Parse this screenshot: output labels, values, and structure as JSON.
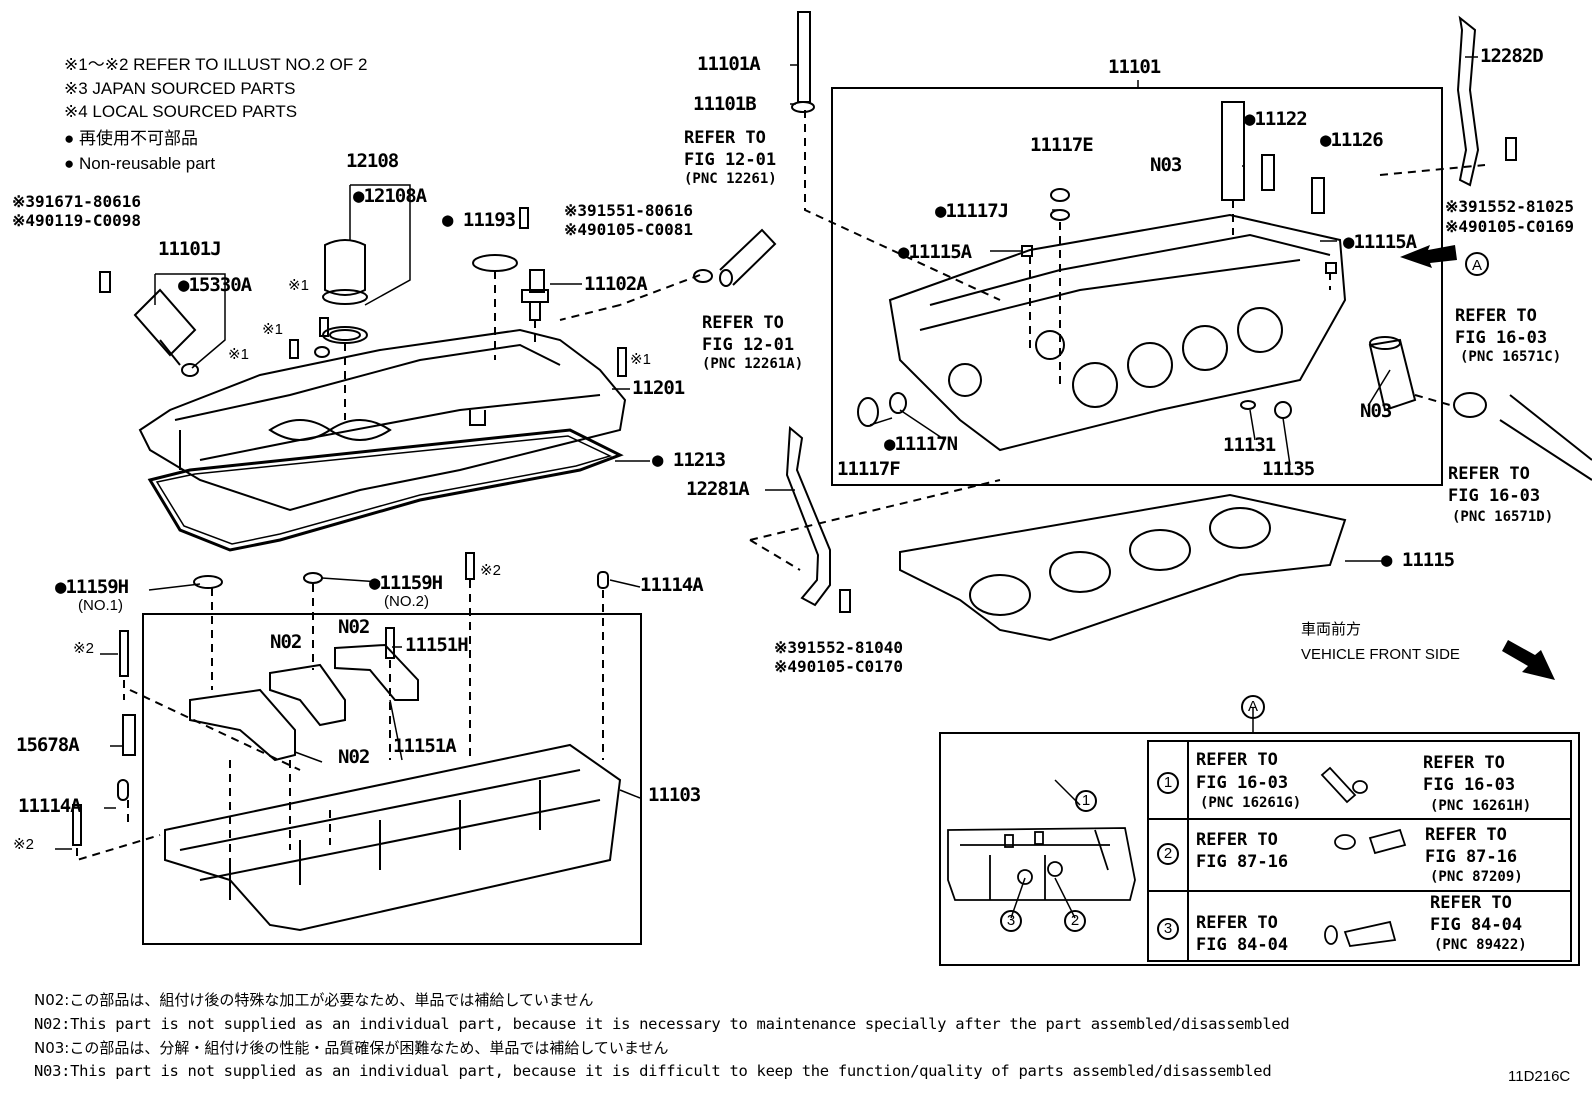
{
  "legend": {
    "line1": "※1～※2  REFER TO ILLUST NO.2 OF 2",
    "line2": "※3 JAPAN SOURCED PARTS",
    "line3": "※4 LOCAL SOURCED PARTS",
    "line4": "● 再使用不可部品",
    "line5": "● Non-reusable part"
  },
  "parts": {
    "p12108": "12108",
    "p12108A": "●12108A",
    "p11193": "● 11193",
    "p391551_3": "※391551-80616",
    "p490105_4": "※490105-C0081",
    "p11102A": "11102A",
    "p391671": "※391671-80616",
    "p490119": "※490119-C0098",
    "p11101J": "11101J",
    "p15330A": "●15330A",
    "p11201": "11201",
    "p11213": "● 11213",
    "p11101A": "11101A",
    "p11101B": "11101B",
    "p11101": "11101",
    "p11117E": "11117E",
    "p11117J": "●11117J",
    "p11115A_l": "●11115A",
    "p11115A_r": "●11115A",
    "pN03_a": "N03",
    "p11122": "●11122",
    "p11126": "●11126",
    "p12282D": "12282D",
    "p391552_81025": "※391552-81025",
    "p490105_C0169": "※490105-C0169",
    "pN03_b": "N03",
    "p11131": "11131",
    "p11135": "11135",
    "p11117N": "●11117N",
    "p11117F": "11117F",
    "p12281A": "12281A",
    "p11115": "● 11115",
    "p391552_81040": "※391552-81040",
    "p490105_C0170": "※490105-C0170",
    "p11159H_1": "●11159H",
    "p11159H_1_note": "(NO.1)",
    "p11159H_2": "●11159H",
    "p11159H_2_note": "(NO.2)",
    "p11114A_top": "11114A",
    "p11114A_left": "11114A",
    "pN02_a": "N02",
    "pN02_b": "N02",
    "pN02_c": "N02",
    "p11151H": "11151H",
    "p11151A": "11151A",
    "p15678A": "15678A",
    "p11103": "11103",
    "mark1_a": "※1",
    "mark1_b": "※1",
    "mark1_c": "※1",
    "mark1_d": "※1",
    "mark2_a": "※2",
    "mark2_b": "※2",
    "mark2_c": "※2"
  },
  "refs": {
    "fig1201_top": "REFER TO",
    "fig1201_top_fig": "FIG 12-01",
    "fig1201_top_pnc": "(PNC 12261)",
    "fig1201_bot": "REFER TO",
    "fig1201_bot_fig": "FIG 12-01",
    "fig1201_bot_pnc": "(PNC 12261A)",
    "fig1603_c": "REFER TO",
    "fig1603_c_fig": "FIG 16-03",
    "fig1603_c_pnc": "(PNC 16571C)",
    "fig1603_d": "REFER TO",
    "fig1603_d_fig": "FIG 16-03",
    "fig1603_d_pnc": "(PNC 16571D)"
  },
  "front": {
    "jp": "車両前方",
    "en": "VEHICLE FRONT SIDE"
  },
  "detail": {
    "label": "A",
    "view_marker": "A",
    "callouts": [
      "1",
      "2",
      "3"
    ],
    "row1": {
      "num": "1",
      "left1": "REFER TO",
      "left2": "FIG 16-03",
      "left3": "(PNC 16261G)",
      "right1": "REFER TO",
      "right2": "FIG 16-03",
      "right3": "(PNC 16261H)"
    },
    "row2": {
      "num": "2",
      "left1": "REFER TO",
      "left2": "FIG 87-16",
      "right1": "REFER TO",
      "right2": "FIG 87-16",
      "right3": "(PNC 87209)"
    },
    "row3": {
      "num": "3",
      "left1": "REFER TO",
      "left2": "FIG 84-04",
      "right1": "REFER TO",
      "right2": "FIG 84-04",
      "right3": "(PNC 89422)"
    }
  },
  "notes": {
    "n02_jp": "N02:この部品は、組付け後の特殊な加工が必要なため、単品では補給していません",
    "n02_en": "N02:This part is not supplied as an individual part, because it is necessary to maintenance specially after the part assembled/disassembled",
    "n03_jp": "N03:この部品は、分解・組付け後の性能・品質確保が困難なため、単品では補給していません",
    "n03_en": "N03:This part is not supplied as an individual part, because it is difficult to keep the function/quality of parts assembled/disassembled"
  },
  "figure_id": "11D216C"
}
